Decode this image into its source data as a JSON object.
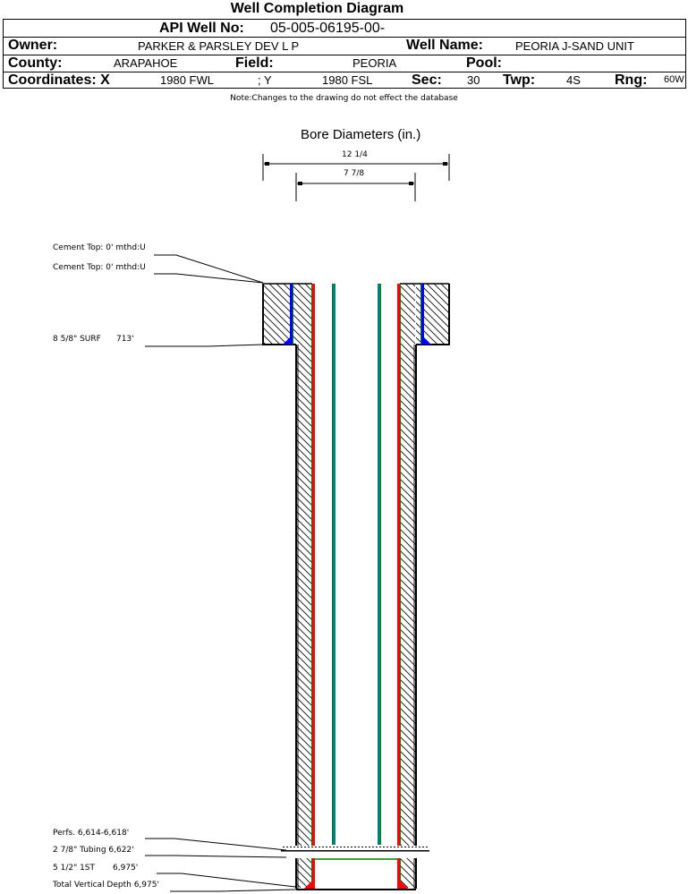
{
  "title": "Well Completion Diagram",
  "header": {
    "api_label": "API Well No:",
    "api_value": "05-005-06195-00-",
    "owner_label": "Owner:",
    "owner_value": "PARKER & PARSLEY DEV L P",
    "well_name_label": "Well Name:",
    "well_name_value": "PEORIA J-SAND UNIT",
    "county_label": "County:",
    "county_value": "ARAPAHOE",
    "field_label": "Field:",
    "field_value": "PEORIA",
    "pool_label": "Pool:",
    "pool_value": "",
    "coord_label": "Coordinates: X",
    "coord_x_value": "1980 FWL",
    "coord_y_label": "; Y",
    "coord_y_value": "1980 FSL",
    "sec_label": "Sec:",
    "sec_value": "30",
    "twp_label": "Twp:",
    "twp_value": "4S",
    "rng_label": "Rng:",
    "rng_value": "60W"
  },
  "note": "Note:Changes to the drawing do not effect the database",
  "bore": {
    "title": "Bore Diameters (in.)",
    "diameters": [
      "12 1/4",
      "7 7/8"
    ]
  },
  "annotations": {
    "cement_top_1": "Cement Top: 0' mthd:U",
    "cement_top_2": "Cement Top: 0' mthd:U",
    "surface_casing": "8 5/8\" SURF      713'",
    "perfs": "Perfs. 6,614-6,618'",
    "tubing": "2 7/8\" Tubing 6,622'",
    "production_casing": "5 1/2\" 1ST       6,975'",
    "tvd": "Total Vertical Depth 6,975'"
  },
  "colors": {
    "casing": "#ff0000",
    "casing_edge": "#008000",
    "tubing": "#008080",
    "tubing_edge": "#008000",
    "surface_casing": "#0000ff",
    "cement_shoe_surface": "#0000ff",
    "cement_shoe_production": "#ff0000"
  }
}
